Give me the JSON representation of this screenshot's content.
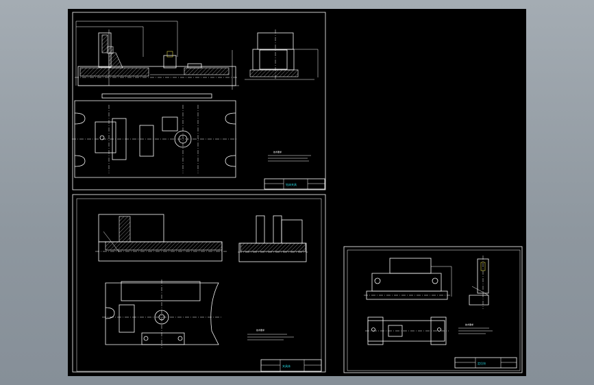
{
  "window": {
    "background_color": "#8b949c",
    "drawing_background": "#000000",
    "line_color": "#ffffff",
    "accent_color": "#26d6e0"
  },
  "sheets": [
    {
      "id": "sheet-1",
      "notes_title": "技术要求",
      "title_block": "钻床夹具"
    },
    {
      "id": "sheet-2",
      "notes_title": "技术要求",
      "title_block": "夹具体"
    },
    {
      "id": "sheet-3",
      "notes_title": "技术要求",
      "title_block": "定位块"
    }
  ]
}
